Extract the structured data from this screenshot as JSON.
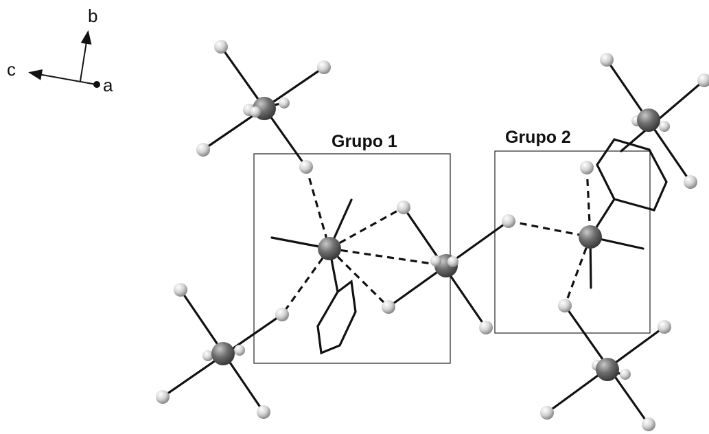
{
  "axes": {
    "a": "a",
    "b": "b",
    "c": "c"
  },
  "groups": [
    {
      "label": "Grupo 1"
    },
    {
      "label": "Grupo 2"
    }
  ],
  "colors": {
    "metal_atom": "#6f6f6f",
    "halide_atom": "#d6d6d6",
    "bond": "#111111",
    "frame": "#222222"
  }
}
